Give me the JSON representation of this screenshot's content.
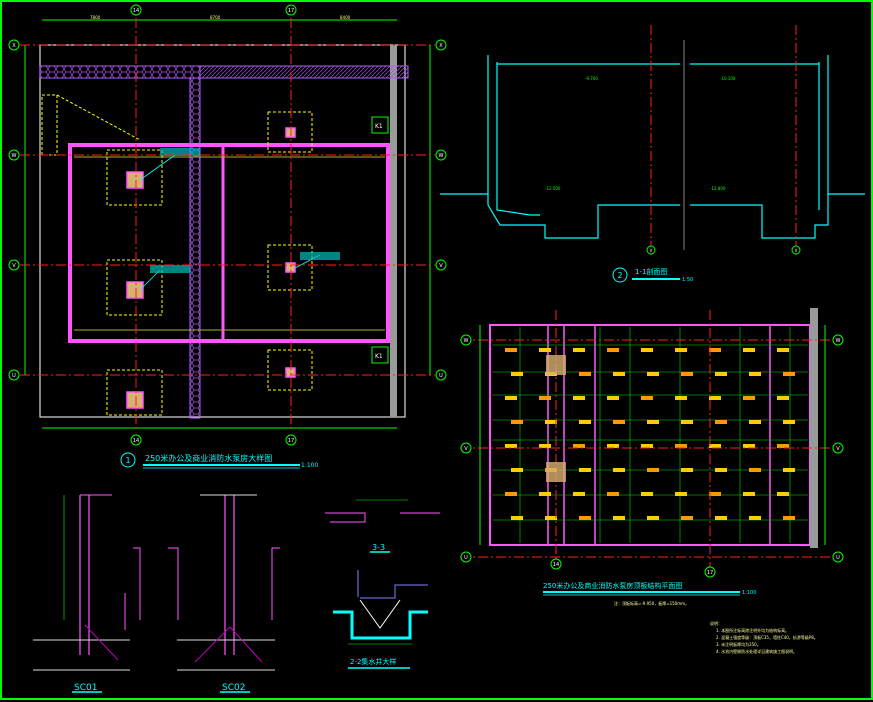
{
  "drawing": {
    "plan": {
      "title": "250米办公及商业消防水泵房大样图",
      "number": "1",
      "scale": "1:100",
      "axes_vertical": [
        "14",
        "17"
      ],
      "axes_horizontal": [
        "X",
        "W",
        "V",
        "U"
      ],
      "dims_top": [
        "7800",
        "8700",
        "8400"
      ],
      "tags": [
        "K1",
        "K1"
      ]
    },
    "section": {
      "title": "1-1剖面图",
      "number": "2",
      "scale": "1:50",
      "axes": [
        "V",
        "V"
      ],
      "levels": [
        "-9.700",
        "-12.500",
        "-10.100",
        "-12.800"
      ]
    },
    "roof_plan": {
      "title": "250米办公及商业消防水泵房顶板结构平面图",
      "scale": "1:100",
      "note": "注：顶板标高=-9.950，板厚=150mm。",
      "axes_vertical": [
        "14",
        "17"
      ],
      "axes_horizontal": [
        "W",
        "V",
        "U"
      ]
    },
    "details": {
      "sc01": "SC01",
      "sc02": "SC02",
      "s33": "3-3",
      "s22": "2-2集水井大样"
    },
    "notes": {
      "heading": "说明：",
      "items": [
        "1. 本图所注标高除注明外均为结构标高。",
        "2. 混凝土强度等级：顶板C35，墙柱C40，抗渗等级P8。",
        "3. 未注明板厚均为250。",
        "4. 水池内壁做防水处理详见建筑施工图说明。"
      ]
    }
  }
}
